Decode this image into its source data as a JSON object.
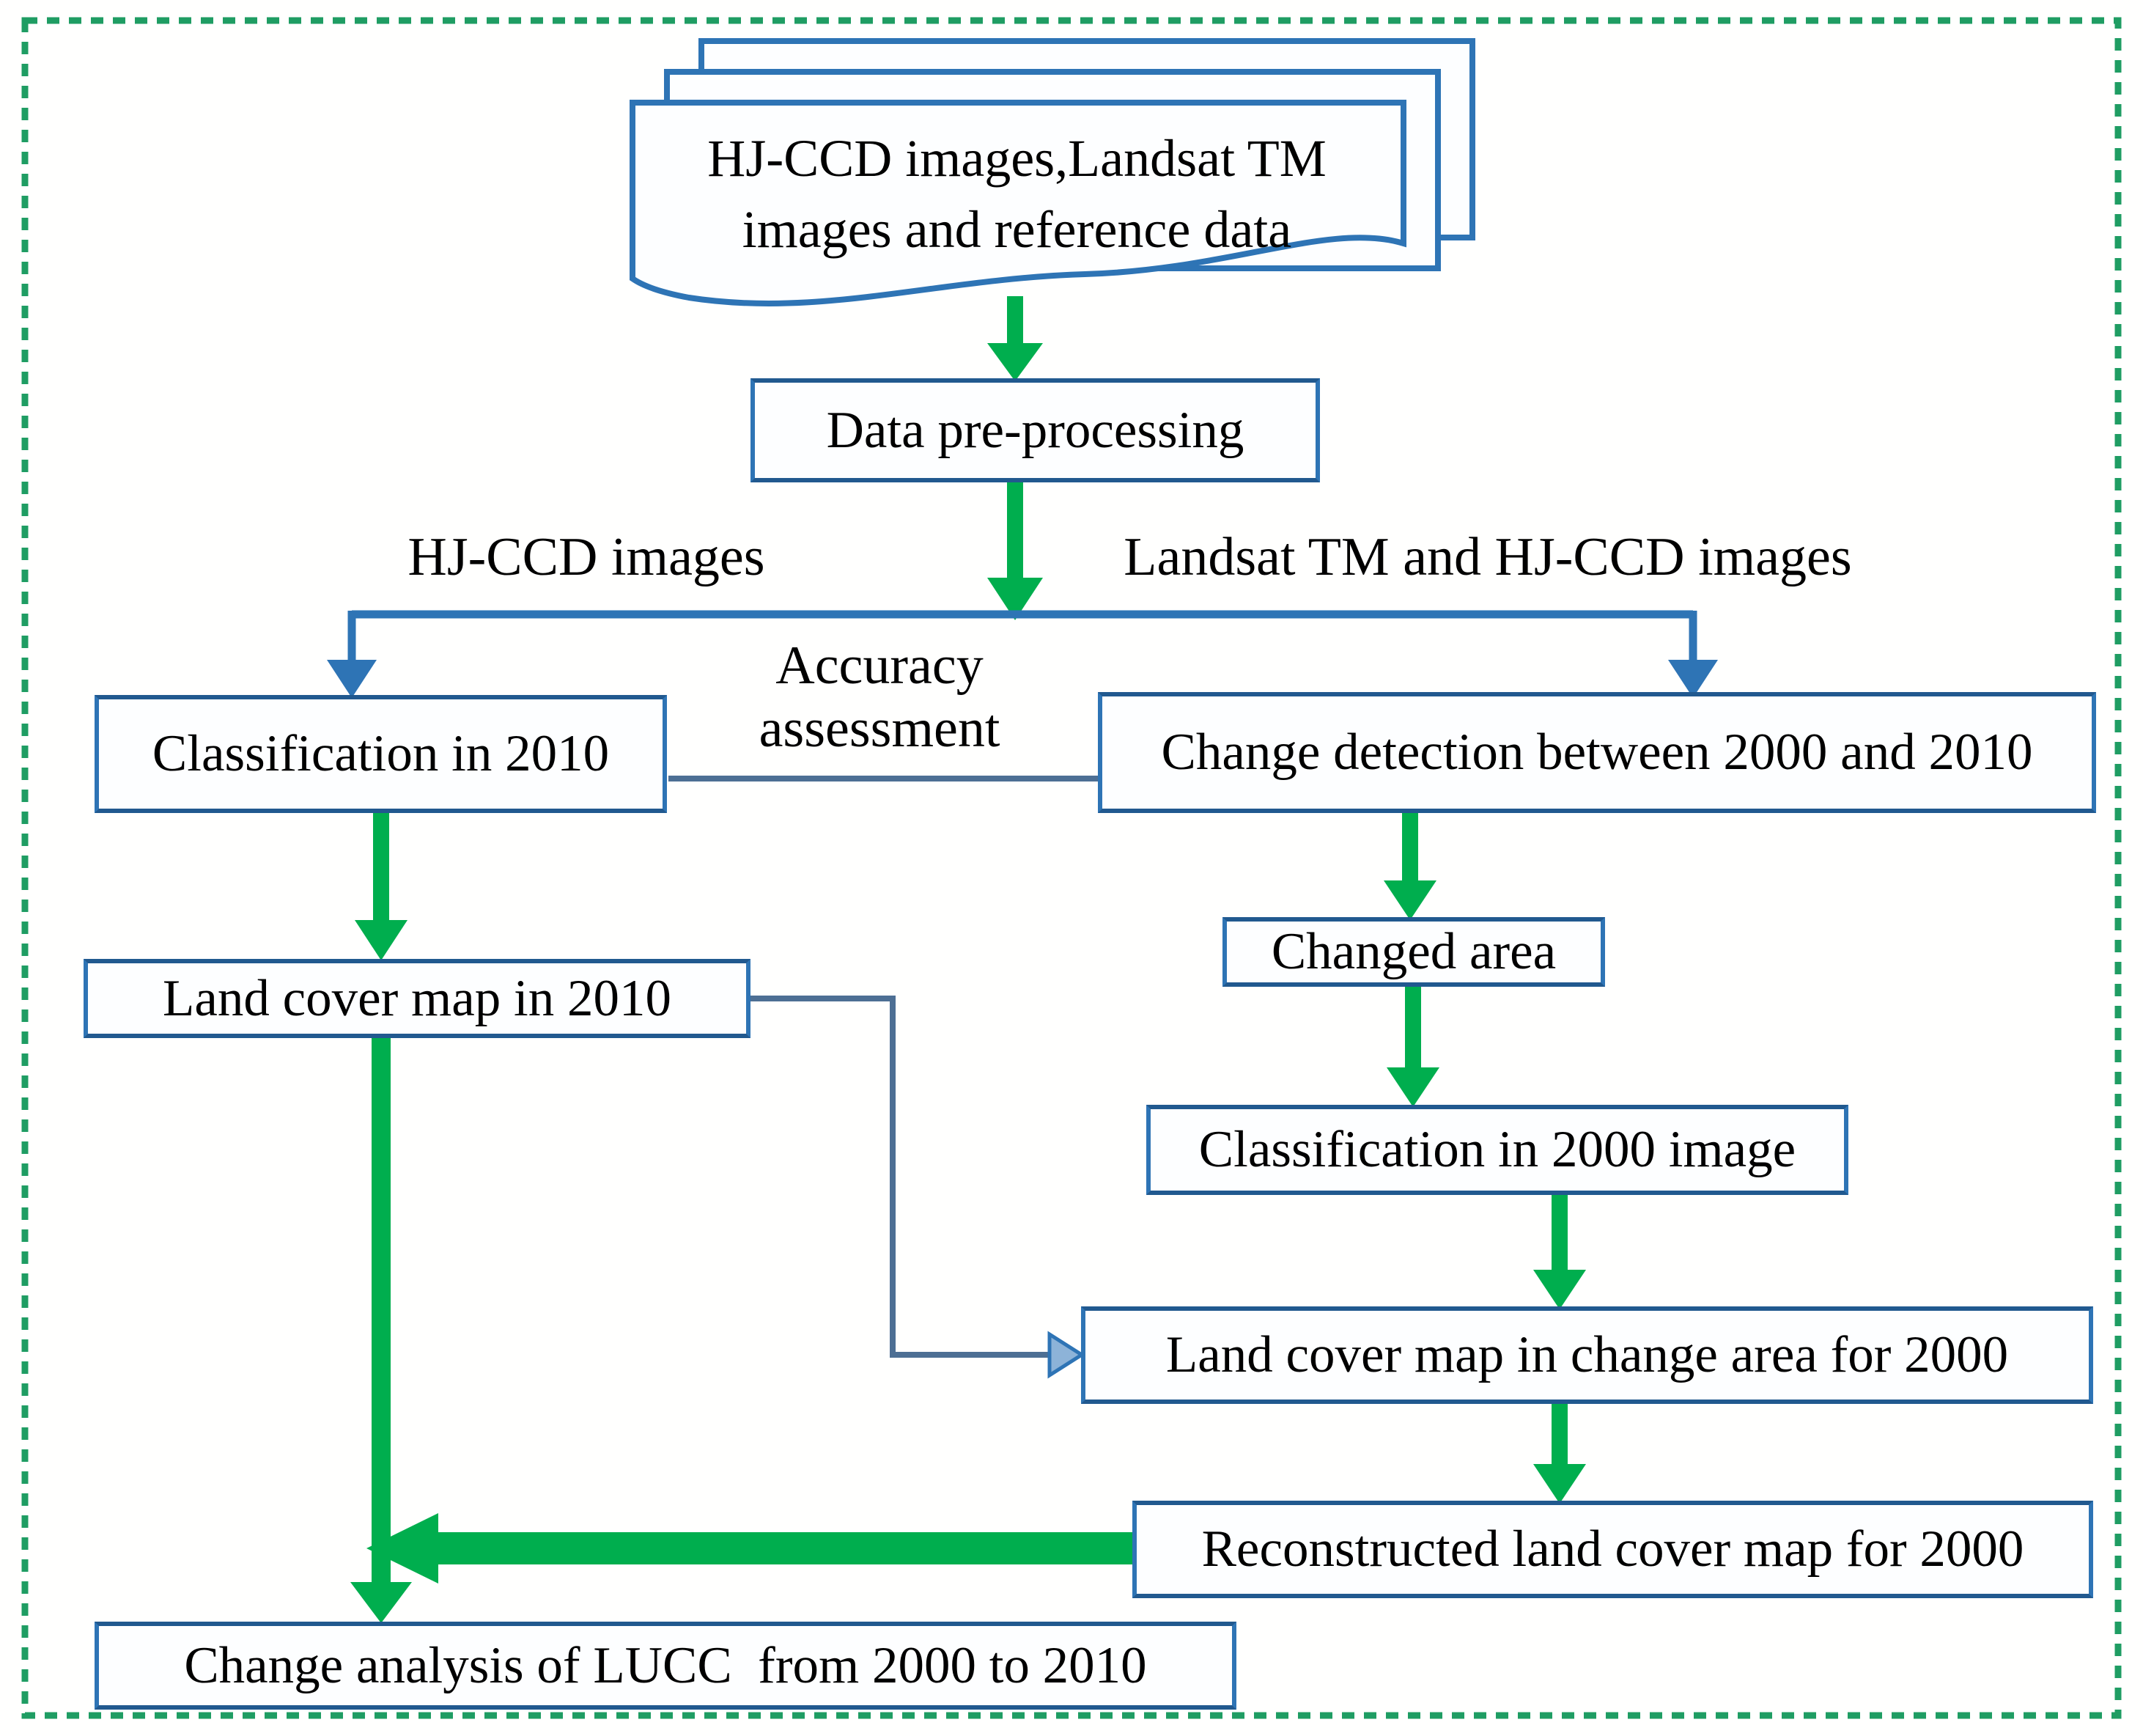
{
  "figure": {
    "type": "flowchart",
    "description": "Workflow of land cover classification and change detection using HJ-CCD and Landsat TM imagery"
  },
  "nodes": {
    "source": {
      "label": "HJ-CCD images,Landsat TM\nimages and reference data",
      "shape": "document-stack"
    },
    "preprocess": {
      "label": "Data pre-processing",
      "shape": "rectangle"
    },
    "class2010": {
      "label": "Classification in 2010",
      "shape": "rectangle"
    },
    "changedet": {
      "label": "Change detection between 2000 and 2010",
      "shape": "rectangle"
    },
    "landcover2010": {
      "label": "Land cover map in 2010",
      "shape": "rectangle"
    },
    "changedarea": {
      "label": "Changed area",
      "shape": "rectangle"
    },
    "class2000": {
      "label": "Classification in 2000 image",
      "shape": "rectangle"
    },
    "landcoverchange2000": {
      "label": "Land cover map in change area for 2000",
      "shape": "rectangle"
    },
    "reconstructed2000": {
      "label": "Reconstructed land cover map for 2000",
      "shape": "rectangle"
    },
    "changeanalysis": {
      "label": "Change analysis of LUCC  from 2000 to 2010",
      "shape": "rectangle"
    }
  },
  "edge_labels": {
    "left_branch": "HJ-CCD images",
    "right_branch": "Landsat TM and HJ-CCD images",
    "accuracy": "Accuracy\nassessment"
  },
  "colors": {
    "frame_green": "#1f9d63",
    "arrow_green": "#00ae4e",
    "box_border": "#2e74b5",
    "line_blue": "#2e74b5",
    "connector_gray": "#4d6f94"
  }
}
